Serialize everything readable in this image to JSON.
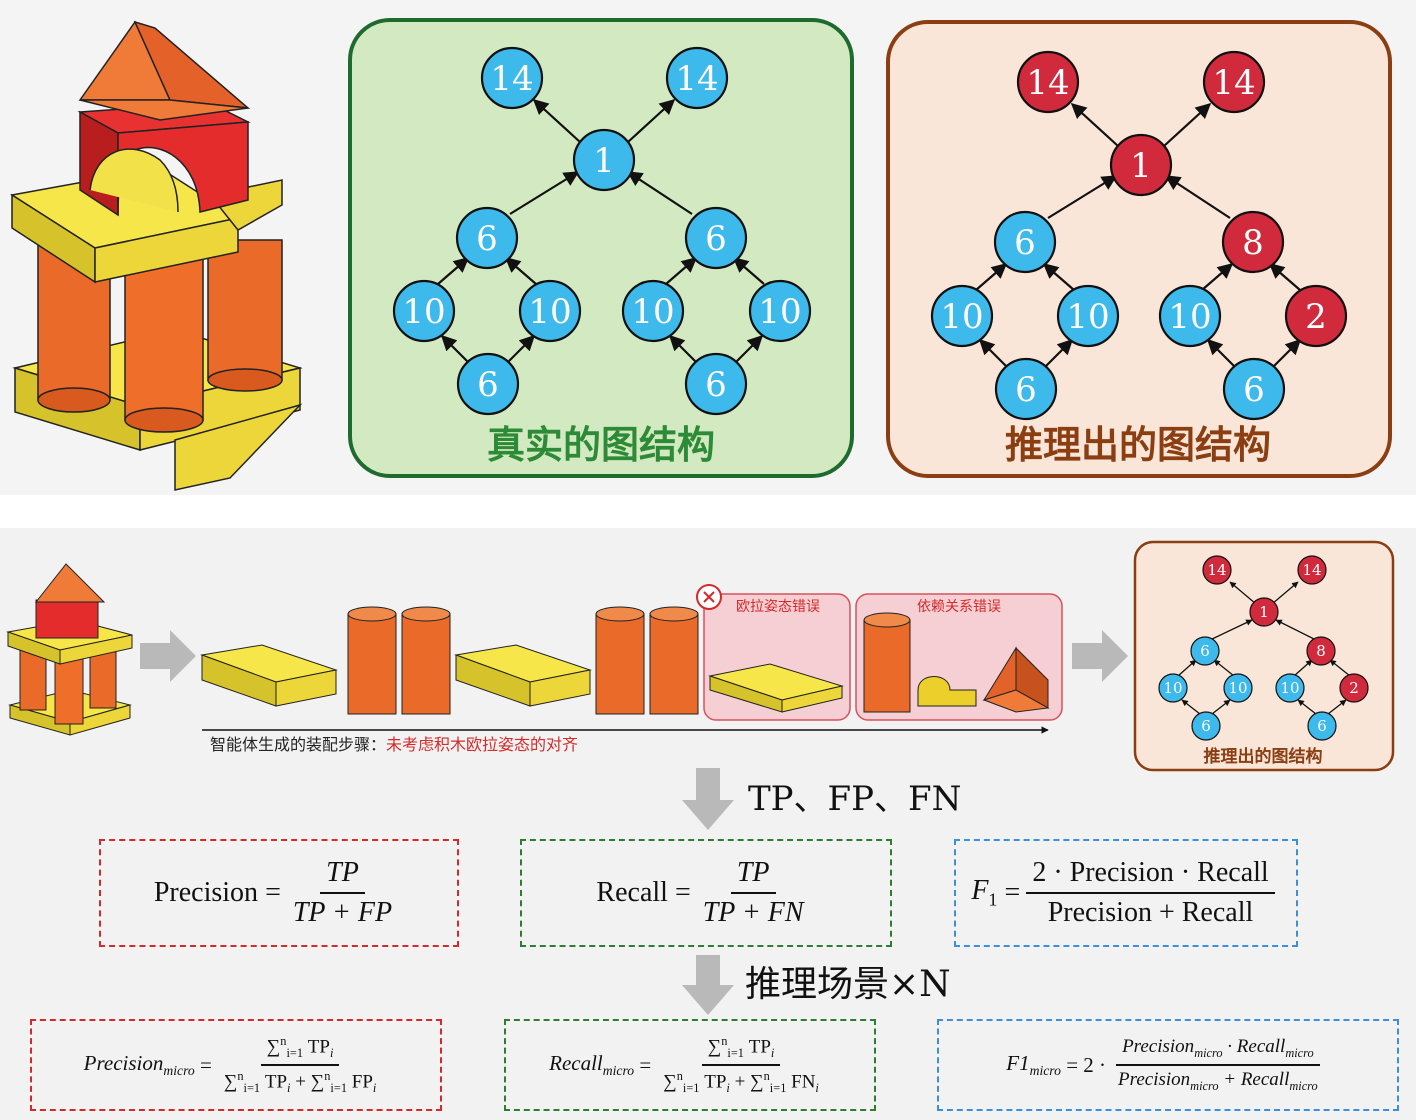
{
  "top": {
    "true_graph": {
      "caption": "真实的图结构",
      "border_color": "#1e6b2e",
      "fill_color": "#d3e9c1",
      "node_color": "#3db9ec",
      "nodes": [
        "14",
        "14",
        "1",
        "6",
        "6",
        "10",
        "10",
        "10",
        "10",
        "6",
        "6"
      ]
    },
    "inferred_graph": {
      "caption": "推理出的图结构",
      "border_color": "#8a3e12",
      "fill_color": "#fae6d8",
      "nodes": [
        "14",
        "14",
        "1",
        "6",
        "8",
        "10",
        "10",
        "10",
        "2",
        "6",
        "6"
      ]
    }
  },
  "bottom": {
    "steps_caption_black": "智能体生成的装配步骤：",
    "steps_caption_red": "未考虑积木欧拉姿态的对齐",
    "error_euler": "欧拉姿态错误",
    "error_dependency": "依赖关系错误",
    "small_graph": {
      "caption": "推理出的图结构",
      "nodes": [
        "14",
        "14",
        "1",
        "6",
        "8",
        "10",
        "10",
        "10",
        "2",
        "6",
        "6"
      ]
    },
    "arrow1_label": "TP、FP、FN",
    "arrow2_label": "推理场景×N",
    "formulas": {
      "precision": {
        "lhs": "Precision",
        "num": "TP",
        "den": "TP + FP"
      },
      "recall": {
        "lhs": "Recall",
        "num": "TP",
        "den": "TP + FN"
      },
      "f1": {
        "lhs": "F",
        "lhs_sub": "1",
        "num": "2 · Precision · Recall",
        "den": "Precision + Recall"
      },
      "precision_micro": {
        "lhs": "Precision",
        "lhs_sub": "micro",
        "num": "TP",
        "den_a": "TP",
        "den_b": "FP"
      },
      "recall_micro": {
        "lhs": "Recall",
        "lhs_sub": "micro",
        "num": "TP",
        "den_a": "TP",
        "den_b": "FN"
      },
      "f1_micro": {
        "lhs": "F1",
        "lhs_sub": "micro",
        "coef": "= 2 ·",
        "num_a": "Precision",
        "num_b": "Recall",
        "den_a": "Precision",
        "den_b": "Recall",
        "sub": "micro"
      }
    },
    "box_colors": {
      "red": "#d42a2a",
      "green": "#2f7d32",
      "blue": "#3d8fdc"
    }
  }
}
